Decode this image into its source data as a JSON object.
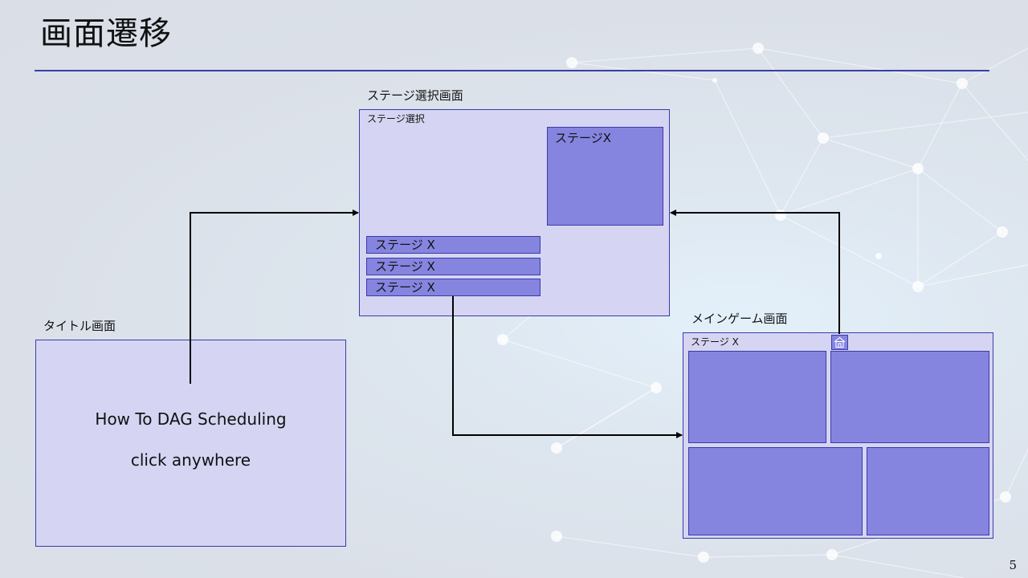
{
  "slide": {
    "title": "画面遷移",
    "page_number": "5"
  },
  "title_screen": {
    "label": "タイトル画面",
    "game_title": "How To DAG Scheduling",
    "prompt": "click anywhere"
  },
  "stage_select_screen": {
    "label": "ステージ選択画面",
    "header": "ステージ選択",
    "preview_label": "ステージX",
    "stage_items": [
      "ステージ X",
      "ステージ X",
      "ステージ X"
    ]
  },
  "main_game_screen": {
    "label": "メインゲーム画面",
    "header": "ステージ X",
    "home_icon": "home-icon"
  },
  "colors": {
    "screen_fill": "#d5d5f3",
    "block_fill": "#8585e0",
    "border": "#3b3ba8",
    "arrow": "#000000",
    "title_rule": "#3a3fa6"
  }
}
